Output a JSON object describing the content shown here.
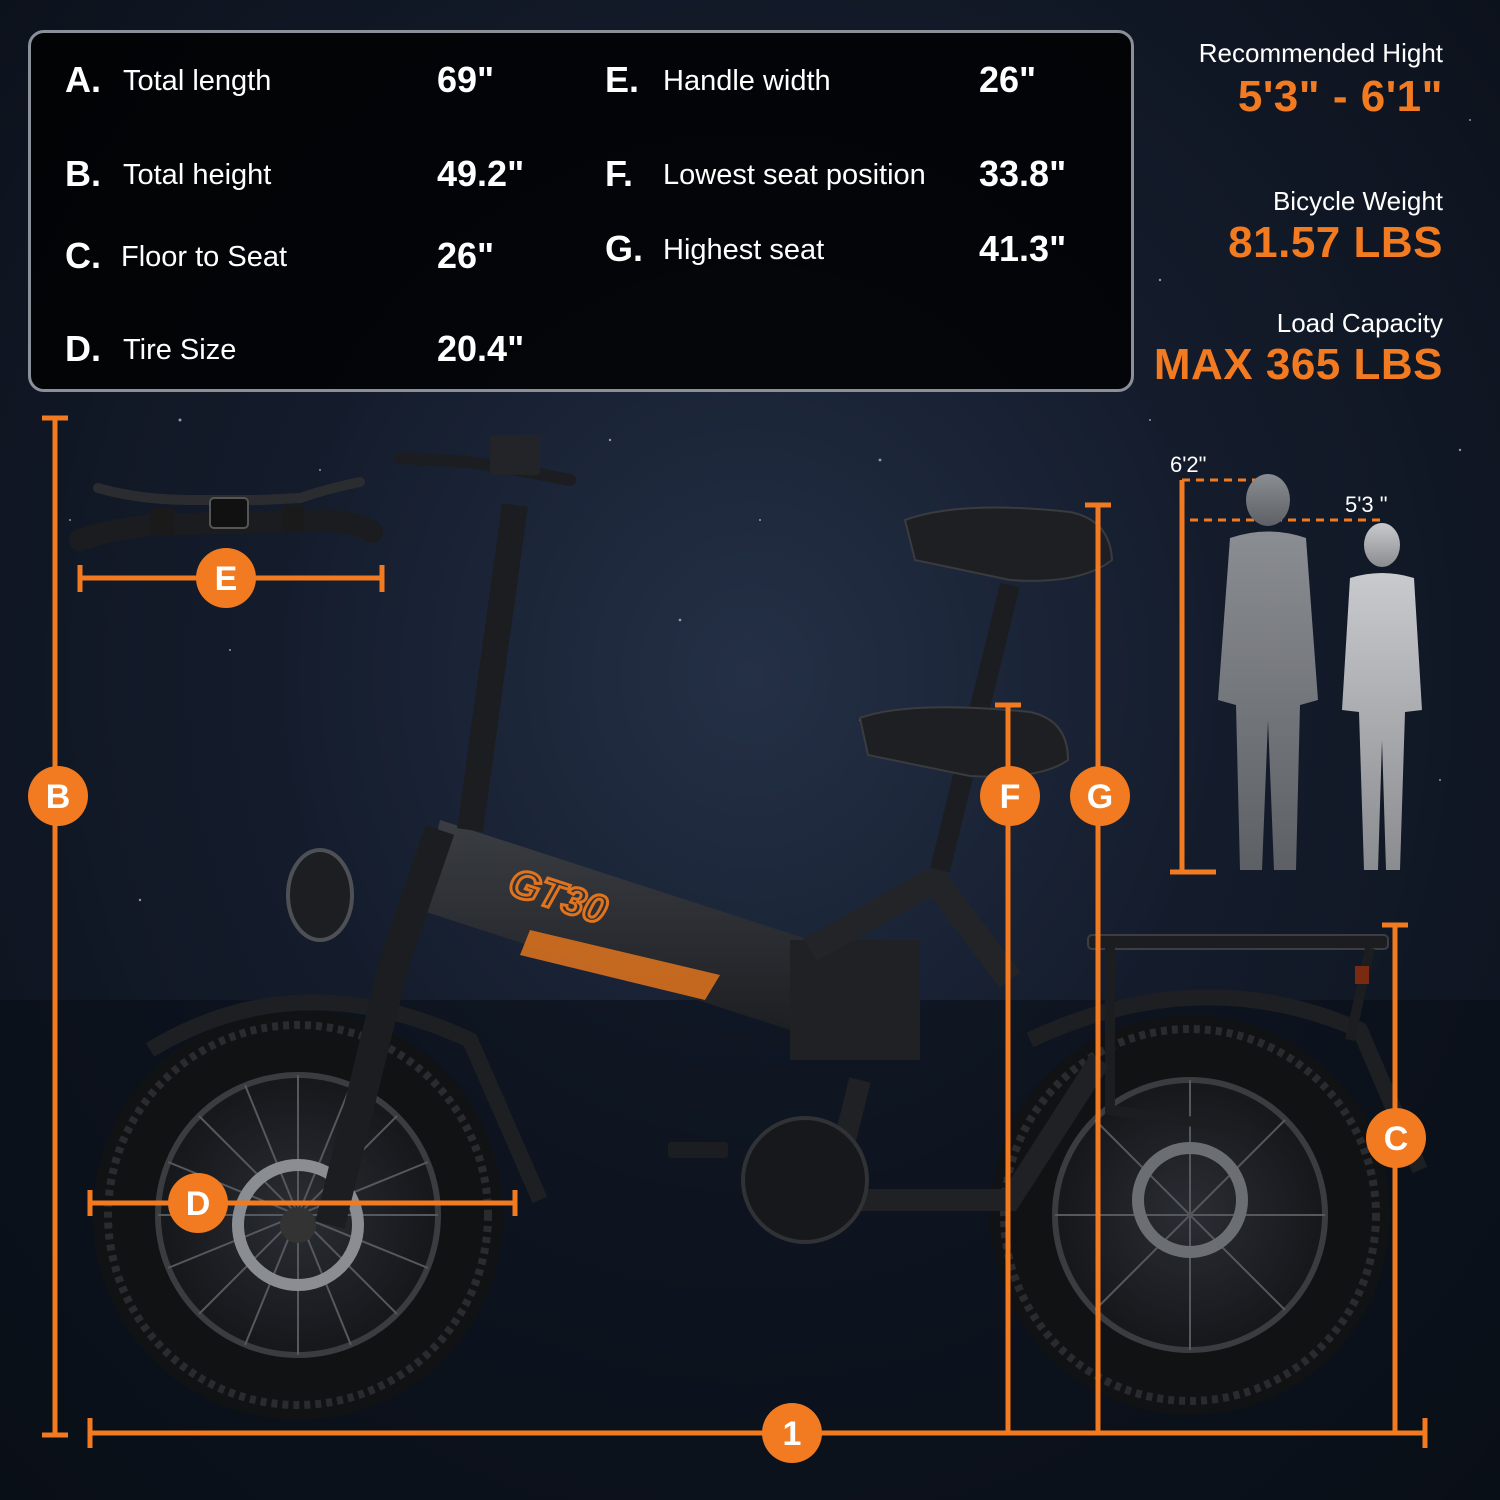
{
  "specs": [
    {
      "letter": "A.",
      "label": "Total length",
      "value": "69\""
    },
    {
      "letter": "B.",
      "label": "Total height",
      "value": "49.2\""
    },
    {
      "letter": "C.",
      "label": "Floor to Seat",
      "value": "26\""
    },
    {
      "letter": "D.",
      "label": "Tire Size",
      "value": "20.4\""
    },
    {
      "letter": "E.",
      "label": "Handle width",
      "value": "26\""
    },
    {
      "letter": "F.",
      "label": "Lowest seat position",
      "value": "33.8\""
    },
    {
      "letter": "G.",
      "label": "Highest seat",
      "value": "41.3\""
    }
  ],
  "side": {
    "recommended_label": "Recommended Hight",
    "recommended_value": "5'3\" - 6'1\"",
    "weight_label": "Bicycle Weight",
    "weight_value": "81.57 LBS",
    "load_label": "Load Capacity",
    "load_value": "MAX 365 LBS"
  },
  "persons": {
    "tall_height": "6'2\"",
    "short_height": "5'3 \""
  },
  "badges": {
    "B": "B",
    "E": "E",
    "F": "F",
    "G": "G",
    "C": "C",
    "D": "D",
    "length": "1"
  },
  "bike_logo": "GT30",
  "colors": {
    "accent": "#f27a20",
    "background": "#141c2c",
    "box_border": "#8a8f98"
  }
}
